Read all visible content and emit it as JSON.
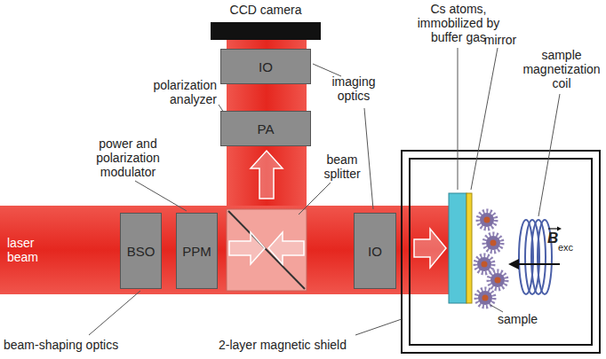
{
  "diagram": {
    "nodes": [
      {
        "text": [
          "CCD camera"
        ]
      },
      {
        "text": [
          "IO"
        ]
      },
      {
        "text": [
          "PA"
        ]
      },
      {
        "text": [
          "BSO"
        ]
      },
      {
        "text": [
          "PPM"
        ]
      },
      {
        "text": [
          "IO"
        ]
      }
    ],
    "labels": [
      "Cs atoms, immobilized by buffer gas",
      "mirror",
      "sample magnetization coil",
      "polarization analyzer",
      "imaging optics",
      "power and polarization modulator",
      "beam splitter",
      "laser beam",
      "beam-shaping optics",
      "2-layer magnetic shield",
      "sample",
      "B",
      "exc"
    ]
  }
}
